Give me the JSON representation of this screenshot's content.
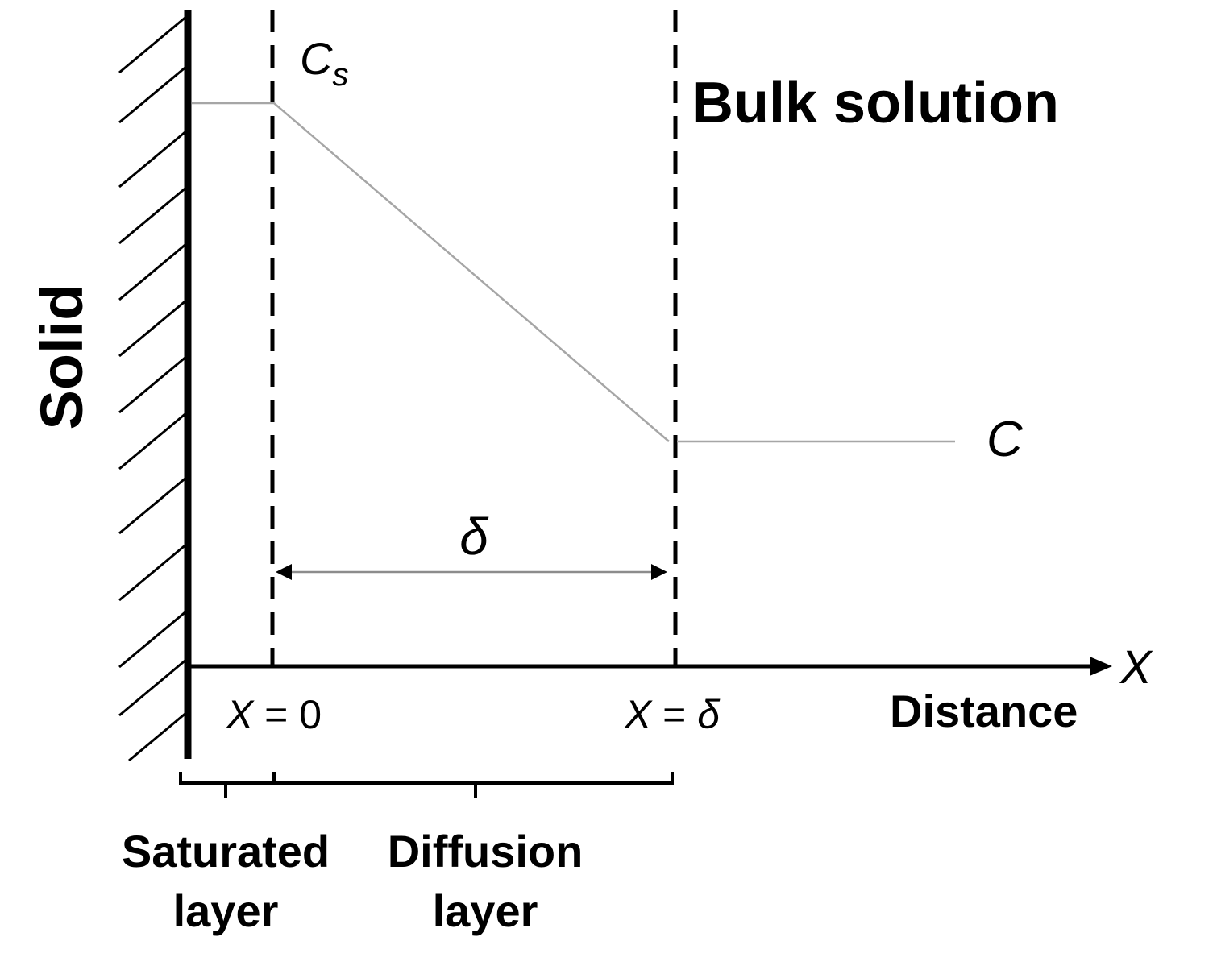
{
  "labels": {
    "solid": "Solid",
    "cs_main": "C",
    "cs_sub": "s",
    "bulk_solution": "Bulk solution",
    "c_bulk": "C",
    "delta": "δ",
    "x_axis_var": "X",
    "x0_var": "X",
    "x0_rest": " = 0",
    "xdelta_var": "X",
    "xdelta_eq": " = ",
    "xdelta_delta": "δ",
    "distance": "Distance",
    "saturated_line1": "Saturated",
    "saturated_line2": "layer",
    "diffusion_line1": "Diffusion",
    "diffusion_line2": "layer"
  },
  "colors": {
    "ink": "#000000",
    "profile": "#a6a6a6",
    "arrow": "#8c8c8c"
  }
}
